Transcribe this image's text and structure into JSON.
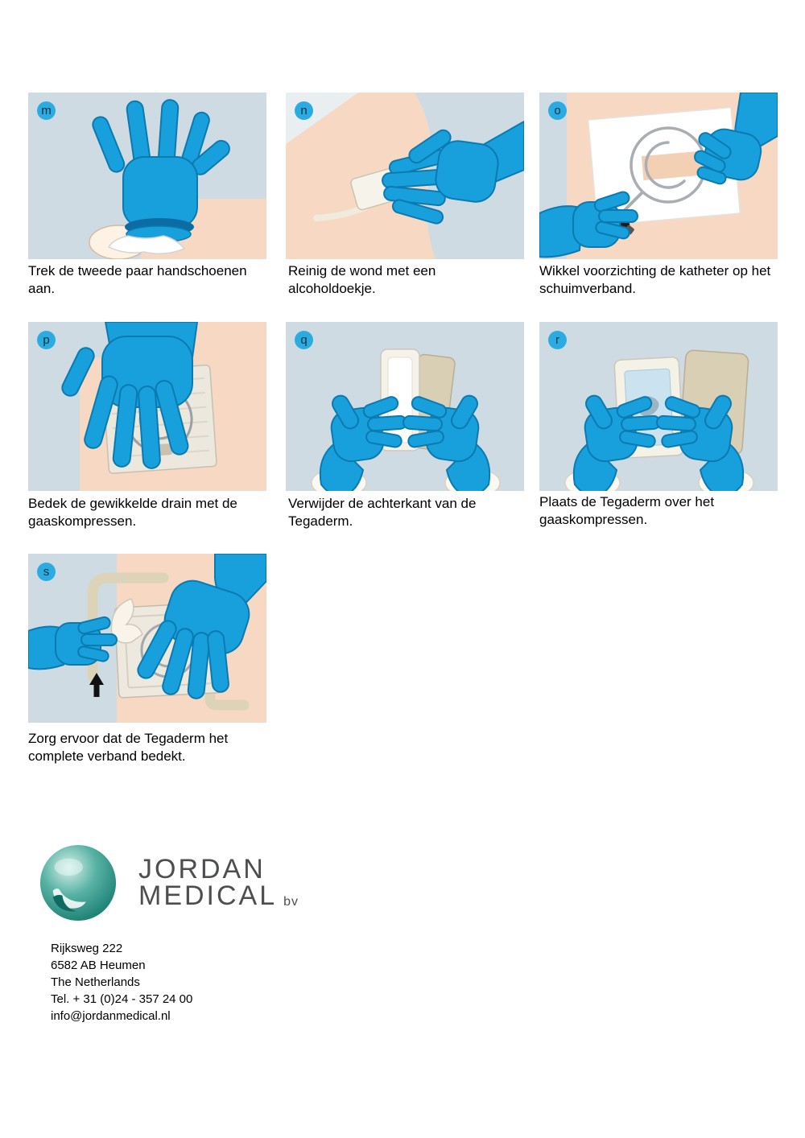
{
  "steps": [
    {
      "label": "m",
      "caption": "Trek de tweede paar handschoenen aan."
    },
    {
      "label": "n",
      "caption": "Reinig de wond met een alcoholdoekje."
    },
    {
      "label": "o",
      "caption": "Wikkel voorzichting de katheter op het schuimverband."
    },
    {
      "label": "p",
      "caption": "Bedek de gewikkelde drain met de gaaskompressen."
    },
    {
      "label": "q",
      "caption": "Verwijder de achterkant van de Tegaderm."
    },
    {
      "label": "r",
      "caption": "Plaats de Tegaderm over het gaaskompressen."
    },
    {
      "label": "s",
      "caption": "Zorg ervoor dat de Tegaderm het complete verband bedekt."
    }
  ],
  "footer": {
    "logo": {
      "line1": "JORDAN",
      "line2": "MEDICAL",
      "suffix": "bv"
    },
    "address": [
      "Rijksweg 222",
      "6582 AB Heumen",
      "The Netherlands",
      "Tel. + 31 (0)24 - 357 24 00",
      "info@jordanmedical.nl"
    ]
  },
  "colors": {
    "glove_blue": "#18a0dc",
    "glove_outline": "#0b7ab1",
    "badge_blue": "#2aabe2",
    "panel_gray": "#cedbe3",
    "skin_peach": "#f7d9c3",
    "dressing_tan": "#d9cfb5",
    "logo_green": "#1d8a7c",
    "logo_text_gray": "#4d4e50"
  }
}
